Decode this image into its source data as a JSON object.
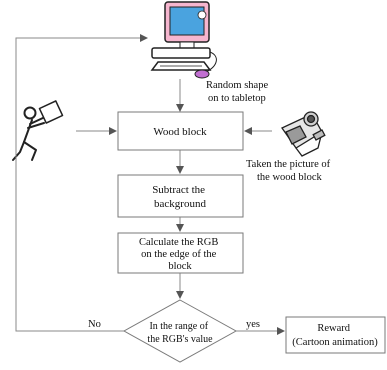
{
  "diagram": {
    "note_random_shape": [
      "Random shape",
      "on to tabletop"
    ],
    "note_picture": [
      "Taken the picture of",
      "the wood block"
    ],
    "steps": {
      "wood_block": [
        "Wood block"
      ],
      "subtract_background": [
        "Subtract the",
        "background"
      ],
      "calculate_rgb": [
        "Calculate the RGB",
        "on the edge of the",
        "block"
      ]
    },
    "decision": [
      "In the range of",
      "the RGB's value"
    ],
    "reward": [
      "Reward",
      "(Cartoon animation)"
    ],
    "branch_no": "No",
    "branch_yes": "yes"
  },
  "icons": {
    "top": "computer-icon",
    "left": "person-carrying-box-icon",
    "right": "video-camera-icon"
  },
  "colors": {
    "monitor_screen": "#4aa3df",
    "monitor_frame": "#f6b6cf",
    "outline": "#222222",
    "mouse_accent": "#c16fd1"
  }
}
